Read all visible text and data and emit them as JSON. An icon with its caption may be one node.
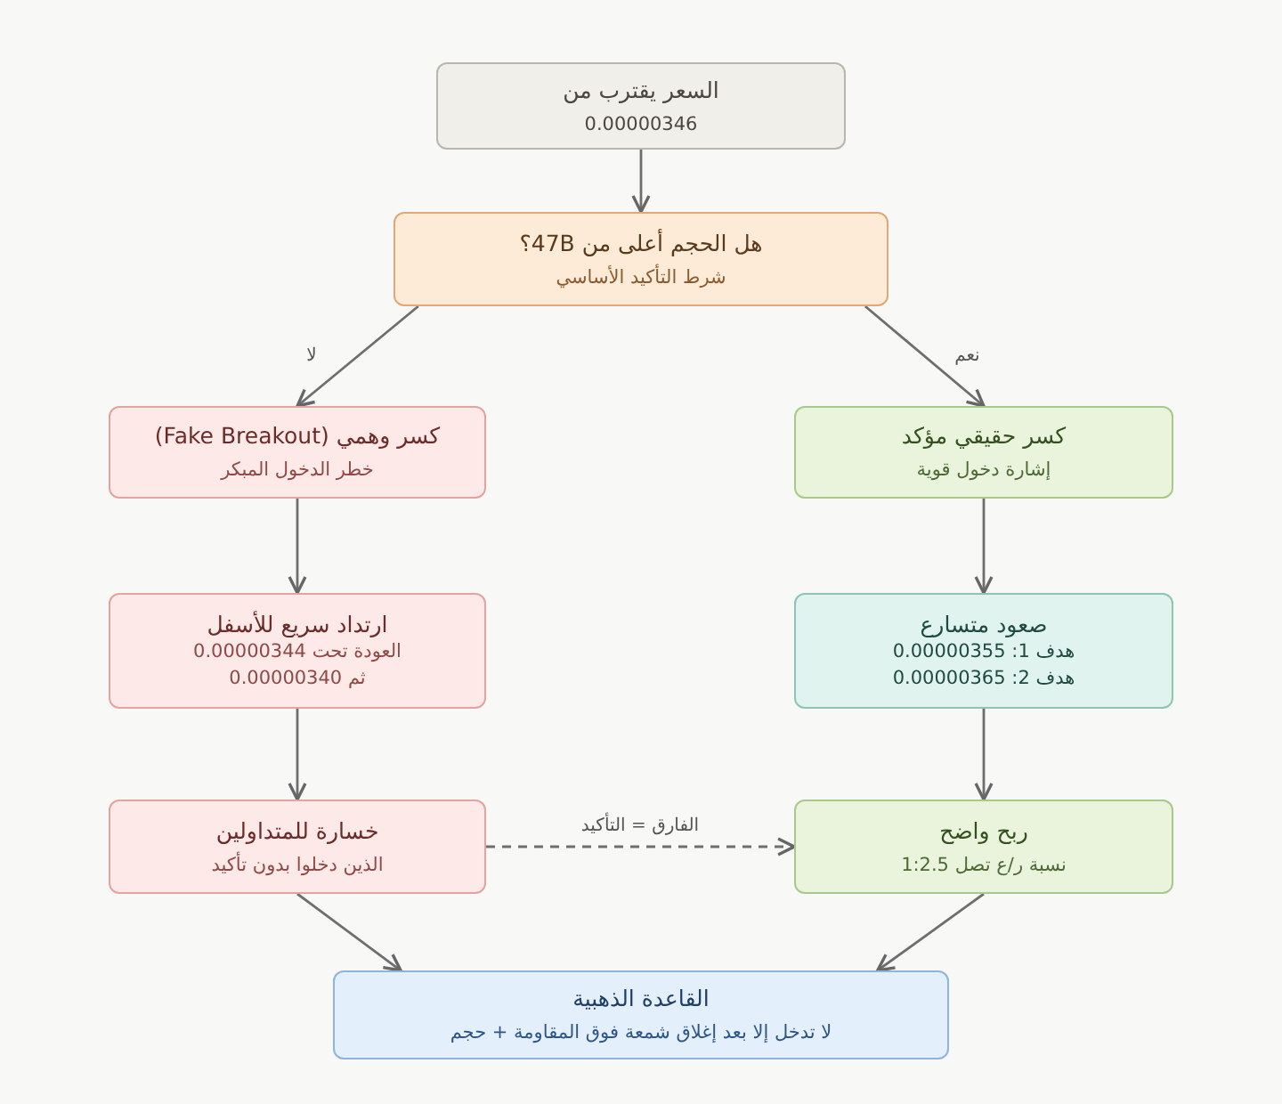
{
  "diagram": {
    "nodes": [
      {
        "text": [
          "السعر يقترب من",
          "0.00000346"
        ]
      },
      {
        "text": [
          "هل الحجم أعلى من 47B؟",
          "شرط التأكيد الأساسي"
        ]
      },
      {
        "text": [
          "كسر وهمي (Fake Breakout)",
          "خطر الدخول المبكر"
        ]
      },
      {
        "text": [
          "كسر حقيقي مؤكد",
          "إشارة دخول قوية"
        ]
      },
      {
        "text": [
          "ارتداد سريع للأسفل",
          "العودة تحت 0.00000344",
          "ثم 0.00000340"
        ]
      },
      {
        "text": [
          "صعود متسارع",
          "هدف 1: 0.00000355",
          "هدف 2: 0.00000365"
        ]
      },
      {
        "text": [
          "خسارة للمتداولين",
          "الذين دخلوا بدون تأكيد"
        ]
      },
      {
        "text": [
          "ربح واضح",
          "نسبة ر/ع تصل 1:2.5"
        ]
      },
      {
        "text": [
          "القاعدة الذهبية",
          "لا تدخل إلا بعد إغلاق شمعة فوق المقاومة + حجم"
        ]
      }
    ],
    "edges": [
      {
        "from": 0,
        "to": 1,
        "arrow": "to"
      },
      {
        "from": 1,
        "to": 2,
        "arrow": "to",
        "label": "لا"
      },
      {
        "from": 1,
        "to": 3,
        "arrow": "to",
        "label": "نعم"
      },
      {
        "from": 2,
        "to": 4,
        "arrow": "to"
      },
      {
        "from": 3,
        "to": 5,
        "arrow": "to"
      },
      {
        "from": 4,
        "to": 6,
        "arrow": "to"
      },
      {
        "from": 5,
        "to": 7,
        "arrow": "to"
      },
      {
        "from": 6,
        "to": 7,
        "arrow": "to",
        "style": "dashed",
        "label": "الفارق = التأكيد"
      },
      {
        "from": 6,
        "to": 8,
        "arrow": "to"
      },
      {
        "from": 7,
        "to": 8,
        "arrow": "to"
      }
    ]
  }
}
